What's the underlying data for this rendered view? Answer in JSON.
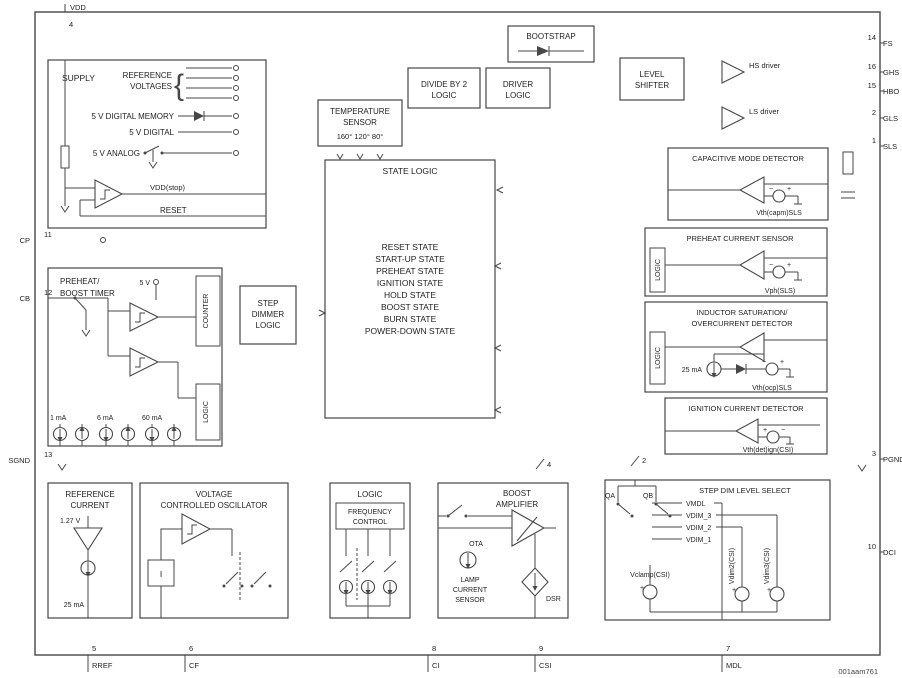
{
  "figure": {
    "code": "001aam761"
  },
  "colors": {
    "line": "#474747",
    "text": "#1f1f1f"
  },
  "pins": {
    "vdd": {
      "number": "4",
      "name": "VDD"
    },
    "cp": {
      "number": "11",
      "name": "CP"
    },
    "cb": {
      "number": "12",
      "name": "CB"
    },
    "sgnd": {
      "number": "13",
      "name": "SGND"
    },
    "fs": {
      "number": "14",
      "name": "FS"
    },
    "ghs": {
      "number": "16",
      "name": "GHS"
    },
    "hbo": {
      "number": "15",
      "name": "HBO"
    },
    "gls": {
      "number": "2",
      "name": "GLS"
    },
    "sls": {
      "number": "1",
      "name": "SLS"
    },
    "pgnd": {
      "number": "3",
      "name": "PGND"
    },
    "dci": {
      "number": "10",
      "name": "DCI"
    },
    "rref": {
      "number": "5",
      "name": "RREF"
    },
    "cf": {
      "number": "6",
      "name": "CF"
    },
    "ci": {
      "number": "8",
      "name": "CI"
    },
    "csi": {
      "number": "9",
      "name": "CSI"
    },
    "mdl": {
      "number": "7",
      "name": "MDL"
    }
  },
  "supply": {
    "title": "SUPPLY",
    "ref1": "REFERENCE",
    "ref2": "VOLTAGES",
    "brace": "{",
    "mem": "5 V DIGITAL MEMORY",
    "dig": "5 V DIGITAL",
    "ana": "5 V ANALOG",
    "vdd_stop": "VDD(stop)",
    "reset": "RESET"
  },
  "bootstrap": {
    "title": "BOOTSTRAP"
  },
  "divide2": {
    "l1": "DIVIDE BY 2",
    "l2": "LOGIC"
  },
  "driver": {
    "l1": "DRIVER",
    "l2": "LOGIC"
  },
  "level": {
    "l1": "LEVEL",
    "l2": "SHIFTER"
  },
  "drivers": {
    "hs": "HS driver",
    "ls": "LS driver"
  },
  "temp": {
    "l1": "TEMPERATURE",
    "l2": "SENSOR",
    "thresholds": "160°  120°  80°"
  },
  "state": {
    "title": "STATE LOGIC",
    "states": [
      "RESET STATE",
      "START-UP STATE",
      "PREHEAT STATE",
      "IGNITION STATE",
      "HOLD STATE",
      "BOOST STATE",
      "BURN STATE",
      "POWER-DOWN STATE"
    ]
  },
  "capm": {
    "title": "CAPACITIVE MODE DETECTOR",
    "vth": "Vth(capm)SLS"
  },
  "phs": {
    "title": "PREHEAT CURRENT SENSOR",
    "logic": "LOGIC",
    "vth": "Vph(SLS)"
  },
  "ocp": {
    "t1": "INDUCTOR SATURATION/",
    "t2": "OVERCURRENT DETECTOR",
    "logic": "LOGIC",
    "current": "25 mA",
    "vth": "Vth(ocp)SLS"
  },
  "ign": {
    "title": "IGNITION CURRENT DETECTOR",
    "vth": "Vth(det)ign(CSI)"
  },
  "timer": {
    "t1": "PREHEAT/",
    "t2": "BOOST TIMER",
    "v5": "5 V",
    "counter": "COUNTER",
    "logic": "LOGIC",
    "i1": "1 mA",
    "i2": "6 mA",
    "i3": "60 mA"
  },
  "sdl": {
    "l1": "STEP",
    "l2": "DIMMER",
    "l3": "LOGIC"
  },
  "refcur": {
    "t1": "REFERENCE",
    "t2": "CURRENT",
    "vref": "1.27 V",
    "iref": "25 mA"
  },
  "vco": {
    "t1": "VOLTAGE",
    "t2": "CONTROLLED OSCILLATOR",
    "integrator": "I"
  },
  "fc": {
    "logic": "LOGIC",
    "l1": "FREQUENCY",
    "l2": "CONTROL"
  },
  "boost": {
    "t1": "BOOST",
    "t2": "AMPLIFIER",
    "ota": "OTA",
    "l1": "LAMP",
    "l2": "CURRENT",
    "l3": "SENSOR",
    "dsr": "DSR"
  },
  "sds": {
    "title": "STEP DIM LEVEL SELECT",
    "qa": "QA",
    "qb": "QB",
    "vmdl": "VMDL",
    "vdim3": "VDIM_3",
    "vdim2": "VDIM_2",
    "vdim1": "VDIM_1",
    "vclamp": "Vclamp(CSI)",
    "vdim2src": "Vdim2(CSI)",
    "vdim3src": "Vdim3(CSI)"
  },
  "ann": {
    "n2": "2",
    "n4": "4"
  },
  "sym": {
    "plus": "+",
    "minus": "−"
  }
}
